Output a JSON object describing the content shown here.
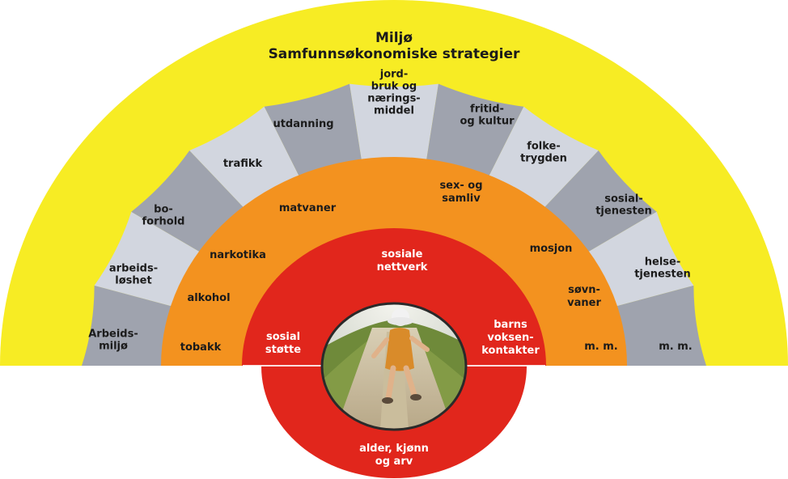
{
  "colors": {
    "yellow": "#f7ec24",
    "gray_dark": "#9fa3ae",
    "gray_light": "#d2d6df",
    "orange": "#f3921f",
    "red": "#e1261c",
    "text_dark": "#1b1b1b",
    "text_light": "#ffffff"
  },
  "outer": {
    "line1": "Miljø",
    "line2": "Samfunnsøkonomiske strategier"
  },
  "sectors": [
    [
      "Arbeids-",
      "miljø"
    ],
    [
      "arbeids-",
      "løshet"
    ],
    [
      "bo-",
      "forhold"
    ],
    [
      "trafikk"
    ],
    [
      "utdanning"
    ],
    [
      "jord-",
      "bruk og",
      "nærings-",
      "middel"
    ],
    [
      "fritid-",
      "og kultur"
    ],
    [
      "folke-",
      "trygden"
    ],
    [
      "sosial-",
      "tjenesten"
    ],
    [
      "helse-",
      "tjenesten"
    ],
    [
      "m. m."
    ]
  ],
  "lifestyle": {
    "tobakk": "tobakk",
    "alkohol": "alkohol",
    "narkotika": "narkotika",
    "matvaner": "matvaner",
    "sex1": "sex- og",
    "sex2": "samliv",
    "mosjon": "mosjon",
    "sovn1": "søvn-",
    "sovn2": "vaner",
    "mm": "m. m."
  },
  "social": {
    "sosial1": "sosial",
    "sosial2": "støtte",
    "nett1": "sosiale",
    "nett2": "nettverk",
    "barns1": "barns",
    "barns2": "voksen-",
    "barns3": "kontakter"
  },
  "core": {
    "line1": "alder, kjønn",
    "line2": "og arv"
  },
  "photo": {
    "subject": "child-running-on-dirt-road"
  }
}
